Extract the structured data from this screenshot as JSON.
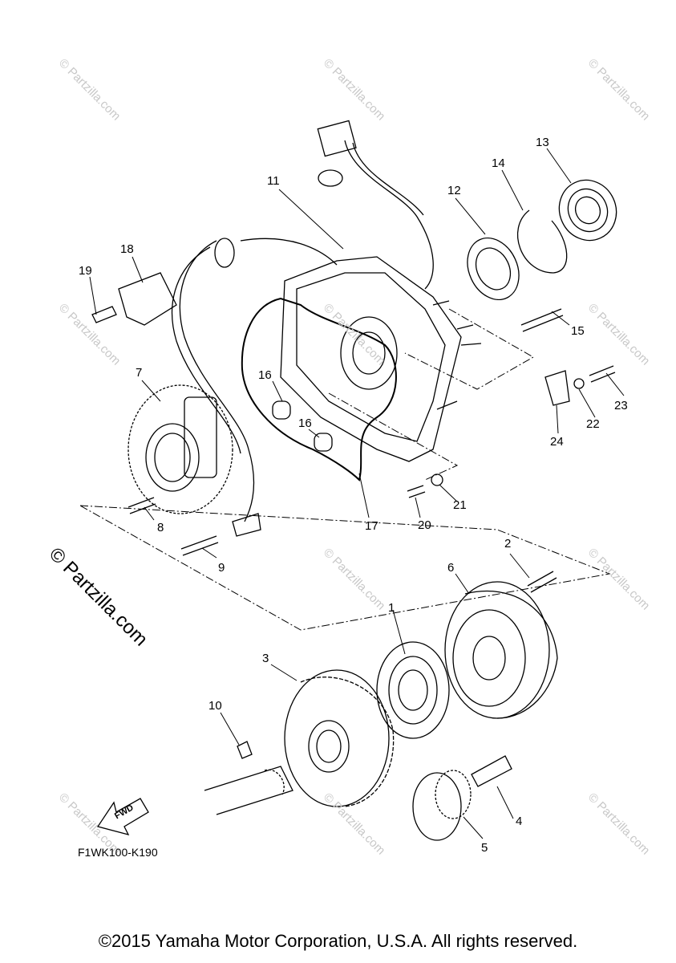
{
  "watermark": {
    "small_text": "© Partzilla.com",
    "large_text": "© Partzilla.com"
  },
  "diagram_code": "F1WK100-K190",
  "fwd_label": "FWD",
  "copyright": "©2015 Yamaha Motor Corporation, U.S.A. All rights reserved.",
  "callouts": [
    "1",
    "2",
    "3",
    "4",
    "5",
    "6",
    "7",
    "8",
    "9",
    "10",
    "11",
    "12",
    "13",
    "14",
    "15",
    "16",
    "16",
    "17",
    "18",
    "19",
    "20",
    "21",
    "22",
    "23",
    "24"
  ]
}
